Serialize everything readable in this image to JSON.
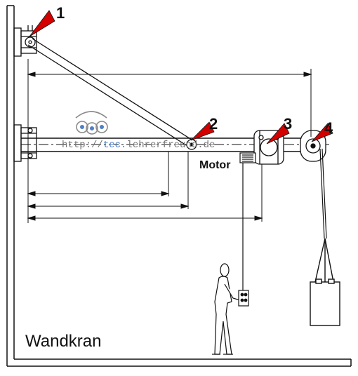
{
  "title": "Wandkran",
  "labels": {
    "motor": "Motor",
    "markers": [
      "1",
      "2",
      "3",
      "4"
    ]
  },
  "watermark": {
    "prefix": "http://",
    "accent": "tec.",
    "suffix": "lehrerfreund.de"
  },
  "colors": {
    "marker": "#d40000",
    "line": "#111111",
    "watermark_accent": "#4f7fc4"
  }
}
